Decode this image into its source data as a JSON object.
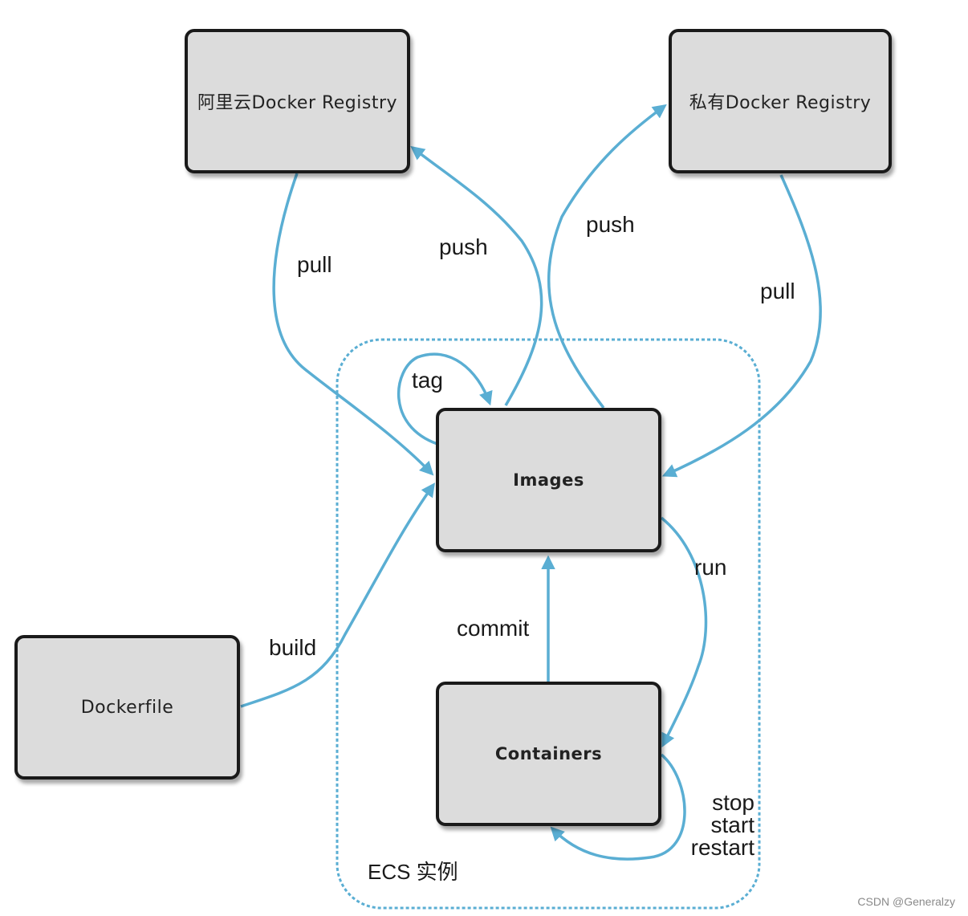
{
  "nodes": {
    "aliyun_registry": "阿里云Docker Registry",
    "private_registry": "私有Docker Registry",
    "images": "Images",
    "containers": "Containers",
    "dockerfile": "Dockerfile"
  },
  "edges": {
    "pull_left": "pull",
    "push_left": "push",
    "push_right": "push",
    "pull_right": "pull",
    "tag": "tag",
    "run": "run",
    "commit": "commit",
    "build": "build",
    "lifecycle": [
      "stop",
      "start",
      "restart"
    ]
  },
  "group": {
    "label": "ECS 实例"
  },
  "watermark": "CSDN @Generalzy",
  "colors": {
    "arrow": "#5aaed3",
    "node_fill": "#dcdcdc",
    "node_border": "#1a1a1a",
    "group_border": "#5aaed3"
  }
}
